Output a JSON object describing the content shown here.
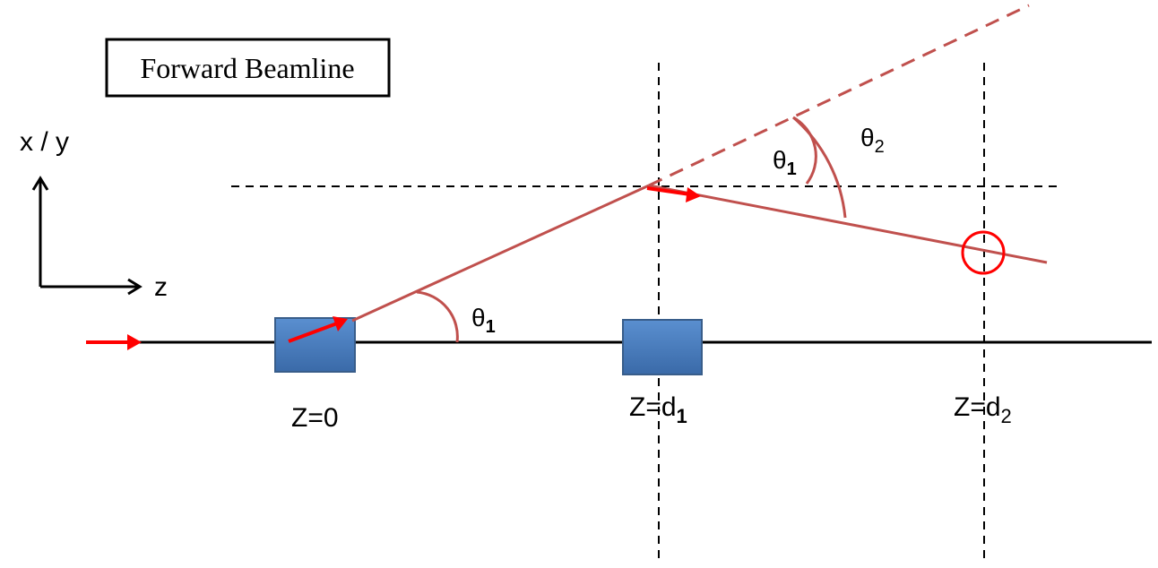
{
  "title": "Forward Beamline",
  "axes": {
    "vertical_label": "x / y",
    "horizontal_label": "z"
  },
  "positions": [
    {
      "prefix": "Z=",
      "value": "0",
      "subscript": ""
    },
    {
      "prefix": "Z=d",
      "value": "",
      "subscript": "1"
    },
    {
      "prefix": "Z=d",
      "value": "",
      "subscript": "2"
    }
  ],
  "angles": [
    {
      "symbol": "θ",
      "subscript": "1"
    },
    {
      "symbol": "θ",
      "subscript": "1"
    },
    {
      "symbol": "θ",
      "subscript": "2"
    }
  ],
  "colors": {
    "beam": "#000000",
    "trajectory": "#c0504d",
    "arrow": "#ff0000",
    "magnet_fill": "#4f81bd",
    "magnet_stroke": "#385d8a",
    "guide": "#000000"
  }
}
